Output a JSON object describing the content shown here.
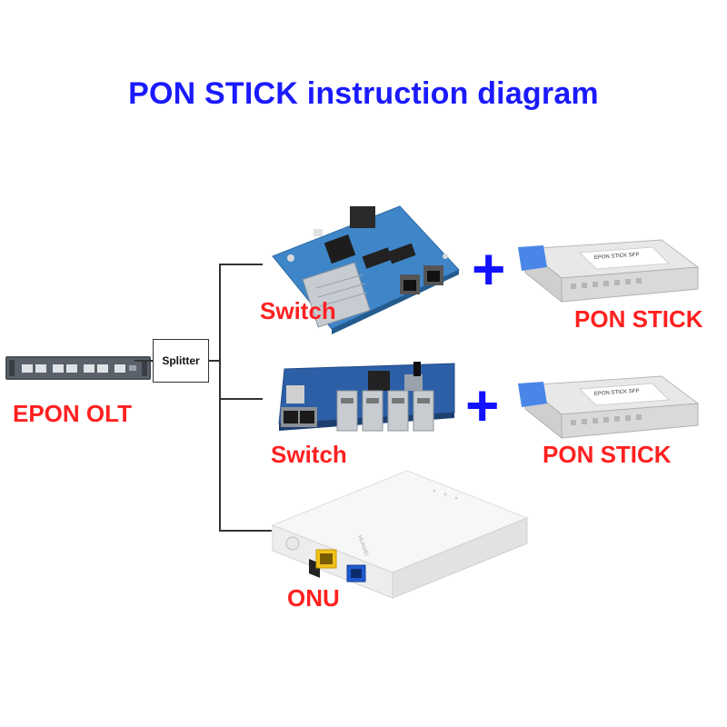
{
  "title": "PON STICK instruction diagram",
  "olt": {
    "label": "EPON OLT"
  },
  "splitter": {
    "label": "Splitter"
  },
  "branches": [
    {
      "device_label": "Switch",
      "plus": "+",
      "module_label": "PON STICK",
      "module_text": "EPON STICK SFP"
    },
    {
      "device_label": "Switch",
      "plus": "+",
      "module_label": "PON STICK",
      "module_text": "EPON STICK SFP"
    },
    {
      "device_label": "ONU",
      "brand_text": "HUAWEI"
    }
  ],
  "colors": {
    "title": "#1a1aff",
    "labels": "#ff2020",
    "plus": "#1212ff",
    "board1": "#3f86c9",
    "board2": "#2d5fa6"
  }
}
